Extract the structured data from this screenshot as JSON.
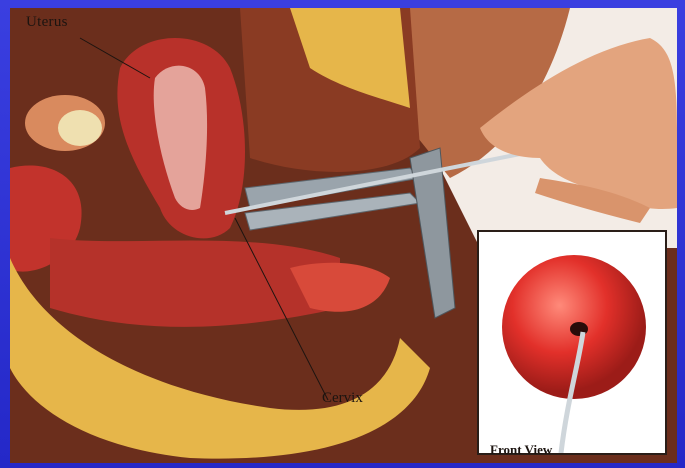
{
  "labels": {
    "uterus": "Uterus",
    "cervix": "Cervix",
    "front_view": "Front View"
  },
  "colors": {
    "background": "#2a2fd0",
    "tissue_red": "#c2332c",
    "skin": "#c9855a",
    "fat_yellow": "#e6b64a",
    "speculum": "#9aa4ac"
  }
}
